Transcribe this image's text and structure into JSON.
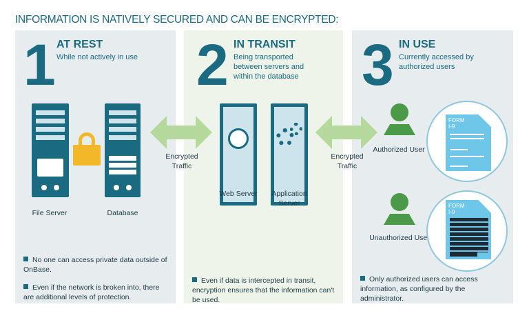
{
  "title": "INFORMATION IS NATIVELY SECURED AND CAN BE ENCRYPTED:",
  "colors": {
    "accent": "#1a6b82",
    "arrow": "#b5d99c",
    "user": "#4a9a4a",
    "document": "#6ec6e8"
  },
  "panels": [
    {
      "number": "1",
      "heading": "AT REST",
      "subtitle": "While not actively in use",
      "labels": [
        "File Server",
        "Database"
      ],
      "bullets": [
        "No one can access private data outside of OnBase.",
        "Even if the network is broken into, there are additional levels of protection."
      ]
    },
    {
      "number": "2",
      "heading": "IN TRANSIT",
      "subtitle": "Being transported between servers and within the database",
      "labels": [
        "Web Server",
        "Application Server"
      ],
      "bullets": [
        "Even if data is intercepted in transit, encryption ensures that the information can't be used."
      ]
    },
    {
      "number": "3",
      "heading": "IN USE",
      "subtitle": "Currently accessed by authorized users",
      "labels": [
        "Authorized User",
        "Unauthorized User"
      ],
      "bullets": [
        "Only authorized users can access information, as configured by the administrator."
      ]
    }
  ],
  "arrows": [
    "Encrypted Traffic",
    "Encrypted Traffic"
  ],
  "form_label": "FORM I-9"
}
